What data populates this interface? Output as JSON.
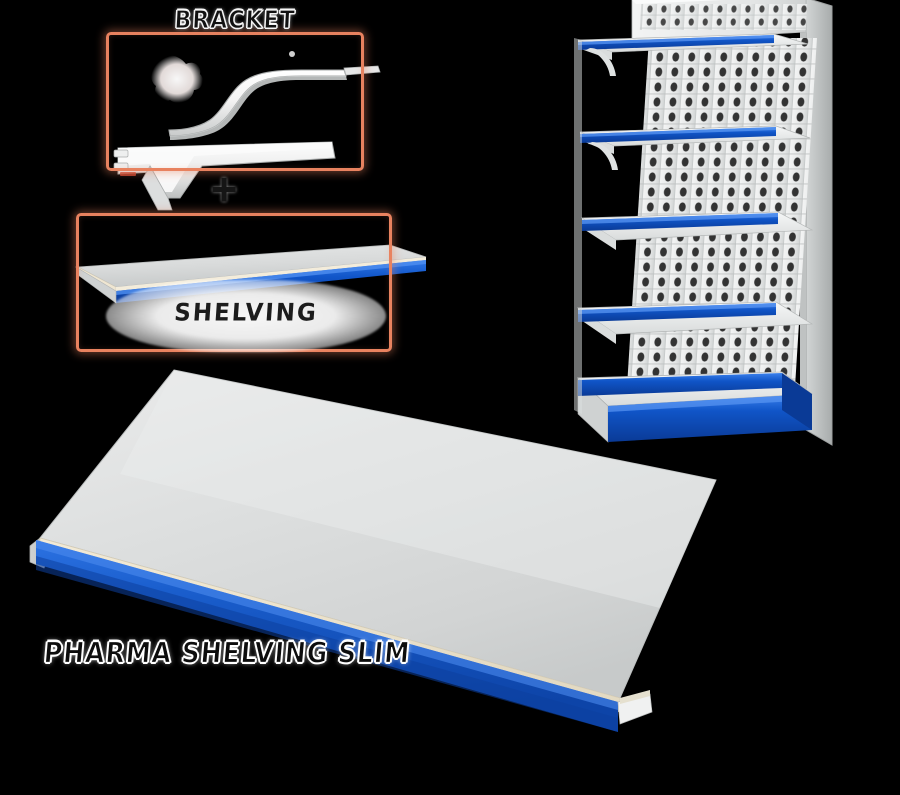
{
  "scene": {
    "background_color": "#000000",
    "title": "Supermarket shelving components composite"
  },
  "palette": {
    "accent_blue": "#1055c8",
    "blue_light": "#2f77e6",
    "blue_dark": "#0b3f9b",
    "panel_gray": "#d6d8d8",
    "panel_gray_light": "#e9eaea",
    "panel_cream": "#efe6d2",
    "box_border_orange": "#e8825f",
    "white": "#ffffff",
    "text_dark": "#111111"
  },
  "callouts": [
    {
      "id": "bracket",
      "label": "BRACKET",
      "border_color": "#e8825f",
      "contents": "two white tapered shelf-support brackets"
    },
    {
      "id": "shelving",
      "label": "SHELVING",
      "border_color": "#e8825f",
      "contents": "single thin shelf panel with blue front edge"
    }
  ],
  "operator": {
    "symbol": "+",
    "name": "plus-operator"
  },
  "hero": {
    "caption": "PHARMA SHELVING SLIM",
    "description": "Large flat shelf board, light gray top face, cream core edge, blue front lip"
  },
  "gondola": {
    "name": "wall gondola shelving unit",
    "shelf_count": 5,
    "shelf_edge_color": "#1055c8",
    "back_panel": "perforated pegboard",
    "base_deck": "blue-front base platform",
    "top_crown": "perforated crown rail"
  },
  "icons": {
    "plus": "+",
    "bracket": "bracket-icon",
    "shelf": "shelf-icon"
  }
}
